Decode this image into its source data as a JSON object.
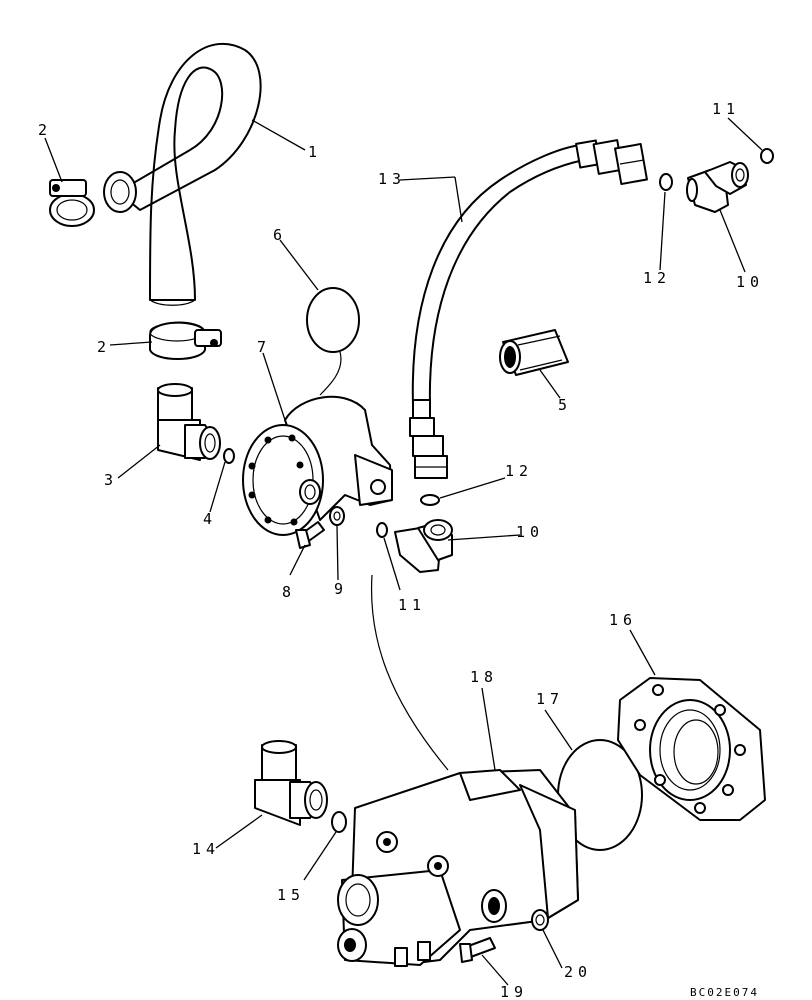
{
  "callouts": [
    {
      "id": "1",
      "text": "1"
    },
    {
      "id": "2a",
      "text": "2"
    },
    {
      "id": "2b",
      "text": "2"
    },
    {
      "id": "3",
      "text": "3"
    },
    {
      "id": "4",
      "text": "4"
    },
    {
      "id": "5",
      "text": "5"
    },
    {
      "id": "6",
      "text": "6"
    },
    {
      "id": "7",
      "text": "7"
    },
    {
      "id": "8",
      "text": "8"
    },
    {
      "id": "9",
      "text": "9"
    },
    {
      "id": "10a",
      "text": "10"
    },
    {
      "id": "10b",
      "text": "10"
    },
    {
      "id": "11a",
      "text": "11"
    },
    {
      "id": "11b",
      "text": "11"
    },
    {
      "id": "12a",
      "text": "12"
    },
    {
      "id": "12b",
      "text": "12"
    },
    {
      "id": "13",
      "text": "13"
    },
    {
      "id": "14",
      "text": "14"
    },
    {
      "id": "15",
      "text": "15"
    },
    {
      "id": "16",
      "text": "16"
    },
    {
      "id": "17",
      "text": "17"
    },
    {
      "id": "18",
      "text": "18"
    },
    {
      "id": "19",
      "text": "19"
    },
    {
      "id": "20",
      "text": "20"
    }
  ],
  "drawing_code": "BC02E074"
}
